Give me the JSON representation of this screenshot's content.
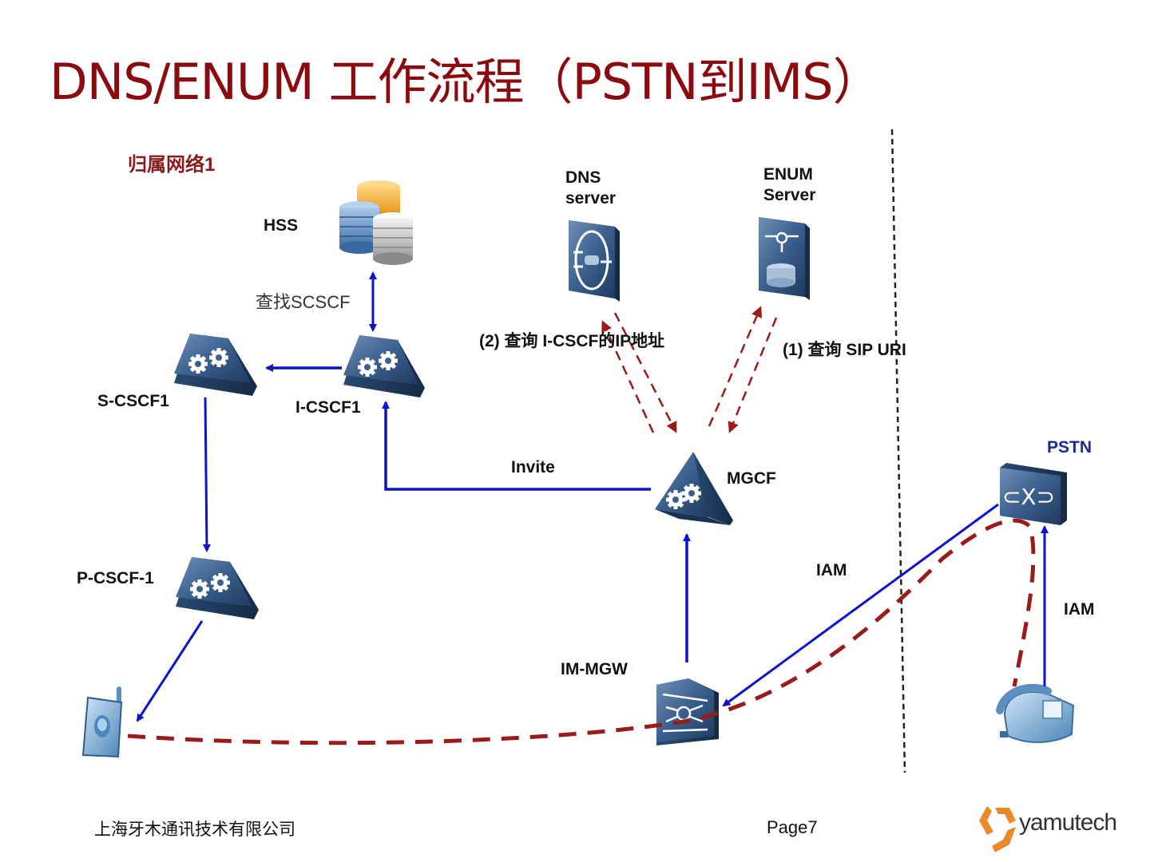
{
  "title": "DNS/ENUM 工作流程（PSTN到IMS）",
  "network_label": "归属网络1",
  "nodes": {
    "hss": "HSS",
    "dns_server": [
      "DNS",
      "server"
    ],
    "enum_server": [
      "ENUM",
      "Server"
    ],
    "s_cscf": "S-CSCF1",
    "i_cscf": "I-CSCF1",
    "p_cscf": "P-CSCF-1",
    "mgcf": "MGCF",
    "im_mgw": "IM-MGW",
    "pstn": "PSTN"
  },
  "edge_labels": {
    "find_scscf": "查找SCSCF",
    "query_icscf_ip": "(2) 查询 I-CSCF的IP地址",
    "query_sip_uri": "(1) 查询 SIP URI",
    "invite": "Invite",
    "iam_1": "IAM",
    "iam_2": "IAM"
  },
  "colors": {
    "title": "#8b0a0f",
    "signal_arrow": "#0a14c8",
    "media_path": "#9b1b1b",
    "device": "#2e4f7a",
    "pstn_label": "#1a2a9a"
  },
  "footer": {
    "company": "上海牙木通讯技术有限公司",
    "page": "Page7",
    "logo_text": "yamutech"
  }
}
